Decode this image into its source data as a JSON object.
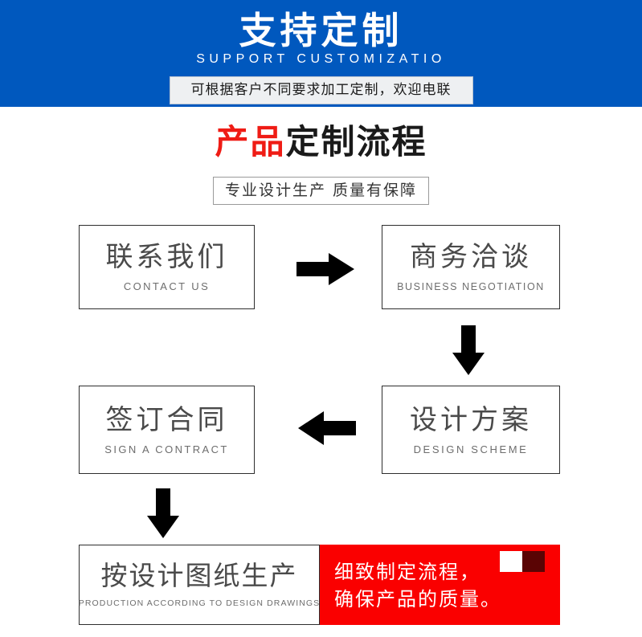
{
  "banner": {
    "title_cn": "支持定制",
    "title_en": "SUPPORT CUSTOMIZATIO",
    "pill_text": "可根据客户不同要求加工定制，欢迎电联",
    "bg_color": "#0058be"
  },
  "section": {
    "title_red": "产品",
    "title_dark": "定制流程",
    "subtitle": "专业设计生产 质量有保障"
  },
  "flow": {
    "steps": [
      {
        "cn": "联系我们",
        "en": "CONTACT US"
      },
      {
        "cn": "商务洽谈",
        "en": "BUSINESS  NEGOTIATION"
      },
      {
        "cn": "设计方案",
        "en": "DESIGN  SCHEME"
      },
      {
        "cn": "签订合同",
        "en": "SIGN A CONTRACT"
      },
      {
        "cn": "按设计图纸生产",
        "en": "PRODUCTION  ACCORDING  TO  DESIGN  DRAWINGS"
      }
    ],
    "arrows": [
      {
        "name": "arrow-right-icon",
        "direction": "right"
      },
      {
        "name": "arrow-down-icon",
        "direction": "down"
      },
      {
        "name": "arrow-left-icon",
        "direction": "left"
      },
      {
        "name": "arrow-down-icon",
        "direction": "down"
      }
    ]
  },
  "highlight": {
    "line1": "细致制定流程，",
    "line2": "确保产品的质量。",
    "bg_color": "#fa0000",
    "square_white": "#ffffff",
    "square_dark": "#5a0404"
  }
}
